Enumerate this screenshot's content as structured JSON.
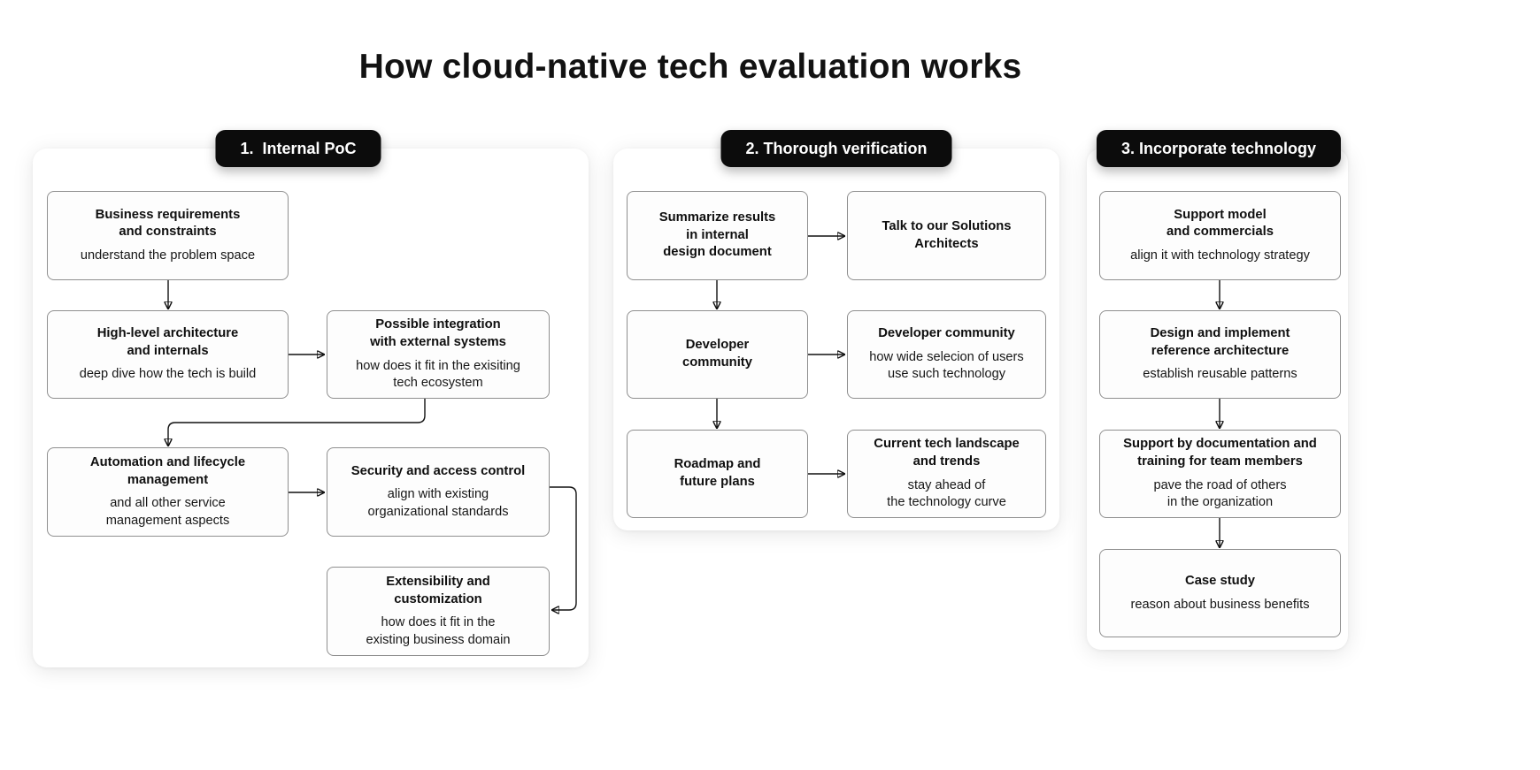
{
  "title": "How cloud-native tech evaluation works",
  "sections": [
    {
      "label": "1.  Internal PoC",
      "boxes": [
        {
          "id": "business-requirements",
          "title": [
            "Business requirements",
            "and constraints"
          ],
          "subtitle": [
            "understand the problem space"
          ]
        },
        {
          "id": "high-level-architecture",
          "title": [
            "High-level architecture",
            "and internals"
          ],
          "subtitle": [
            "deep dive how the tech is build"
          ]
        },
        {
          "id": "possible-integration",
          "title": [
            "Possible integration",
            "with external systems"
          ],
          "subtitle": [
            "how does it fit in the exisiting",
            "tech ecosystem"
          ]
        },
        {
          "id": "automation-lifecycle",
          "title": [
            "Automation and lifecycle",
            "management"
          ],
          "subtitle": [
            "and all other service",
            "management aspects"
          ]
        },
        {
          "id": "security-access-control",
          "title": [
            "Security and access control"
          ],
          "subtitle": [
            "align with existing",
            "organizational standards"
          ]
        },
        {
          "id": "extensibility-customization",
          "title": [
            "Extensibility and",
            "customization"
          ],
          "subtitle": [
            "how does it fit in the",
            "existing business domain"
          ]
        }
      ]
    },
    {
      "label": "2. Thorough verification",
      "boxes": [
        {
          "id": "summarize-results",
          "title": [
            "Summarize results",
            "in internal",
            "design document"
          ],
          "subtitle": []
        },
        {
          "id": "talk-solutions-architects",
          "title": [
            "Talk to our Solutions",
            "Architects"
          ],
          "subtitle": []
        },
        {
          "id": "developer-community",
          "title": [
            "Developer",
            "community"
          ],
          "subtitle": []
        },
        {
          "id": "developer-community-usage",
          "title": [
            "Developer community"
          ],
          "subtitle": [
            "how wide selecion of users",
            "use such technology"
          ]
        },
        {
          "id": "roadmap-future-plans",
          "title": [
            "Roadmap and",
            "future plans"
          ],
          "subtitle": []
        },
        {
          "id": "current-tech-landscape",
          "title": [
            "Current tech landscape",
            "and trends"
          ],
          "subtitle": [
            "stay ahead of",
            "the technology curve"
          ]
        }
      ]
    },
    {
      "label": "3. Incorporate technology",
      "boxes": [
        {
          "id": "support-model",
          "title": [
            "Support model",
            "and commercials"
          ],
          "subtitle": [
            "align it with technology strategy"
          ]
        },
        {
          "id": "reference-architecture",
          "title": [
            "Design and implement",
            "reference architecture"
          ],
          "subtitle": [
            "establish reusable patterns"
          ]
        },
        {
          "id": "documentation-training",
          "title": [
            "Support by documentation and",
            "training for team members"
          ],
          "subtitle": [
            "pave the road of others",
            "in the organization"
          ]
        },
        {
          "id": "case-study",
          "title": [
            "Case study"
          ],
          "subtitle": [
            "reason about business benefits"
          ]
        }
      ]
    }
  ],
  "connections": [
    {
      "from": "business-requirements",
      "to": "high-level-architecture"
    },
    {
      "from": "high-level-architecture",
      "to": "possible-integration"
    },
    {
      "from": "possible-integration",
      "to": "automation-lifecycle"
    },
    {
      "from": "automation-lifecycle",
      "to": "security-access-control"
    },
    {
      "from": "security-access-control",
      "to": "extensibility-customization"
    },
    {
      "from": "summarize-results",
      "to": "talk-solutions-architects"
    },
    {
      "from": "summarize-results",
      "to": "developer-community"
    },
    {
      "from": "developer-community",
      "to": "developer-community-usage"
    },
    {
      "from": "developer-community",
      "to": "roadmap-future-plans"
    },
    {
      "from": "roadmap-future-plans",
      "to": "current-tech-landscape"
    },
    {
      "from": "support-model",
      "to": "reference-architecture"
    },
    {
      "from": "reference-architecture",
      "to": "documentation-training"
    },
    {
      "from": "documentation-training",
      "to": "case-study"
    }
  ],
  "colors": {
    "pill_bg": "#0c0c0c",
    "pill_text": "#ffffff",
    "node_border": "#8f8f8f",
    "node_bg": "#fdfdfd",
    "arrow": "#111111",
    "text": "#111111"
  }
}
